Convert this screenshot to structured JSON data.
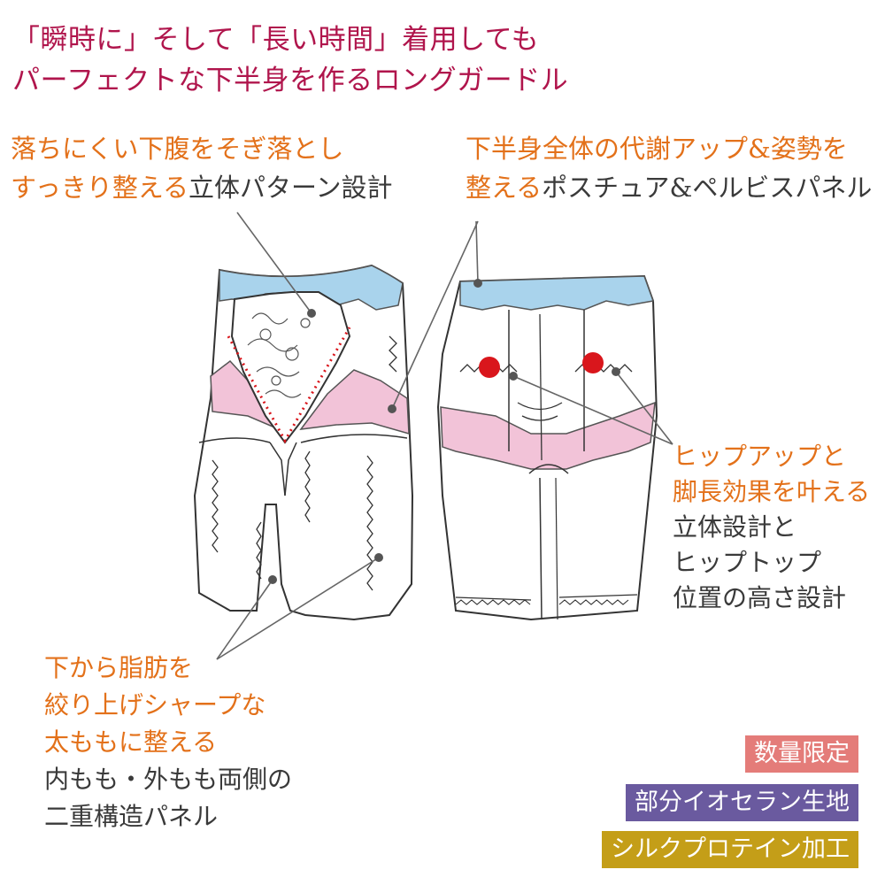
{
  "headline": {
    "line1": "「瞬時に」そして「長い時間」着用しても",
    "line2": "パーフェクトな下半身を作るロングガードル"
  },
  "callouts": {
    "left": {
      "orange1": "落ちにくい下腹をそぎ落とし",
      "orange2": "すっきり整える",
      "dark2": "立体パターン設計"
    },
    "right": {
      "orange1": "下半身全体の代謝アップ&姿勢を",
      "orange2": "整える",
      "dark2": "ポスチュア&ペルビスパネル"
    },
    "hip": {
      "orange1": "ヒップアップと",
      "orange2": "脚長効果を叶える",
      "dark1": "立体設計と",
      "dark2": "ヒップトップ",
      "dark3": "位置の高さ設計"
    },
    "thigh": {
      "orange1": "下から脂肪を",
      "orange2": "絞り上げシャープな",
      "orange3": "太ももに整える",
      "dark1": "内もも・外もも両側の",
      "dark2": "二重構造パネル"
    }
  },
  "badges": {
    "limited": "数量限定",
    "fabric": "部分イオセラン生地",
    "protein": "シルクプロテイン加工"
  },
  "colors": {
    "headline": "#b0154c",
    "accent_orange": "#e3711a",
    "panel_blue": "#a9d3ec",
    "panel_pink": "#f2c3d8",
    "dot_red": "#d9161c",
    "badge_pink": "#e47c79",
    "badge_purple": "#6a5a9f",
    "badge_gold": "#c49e18"
  }
}
